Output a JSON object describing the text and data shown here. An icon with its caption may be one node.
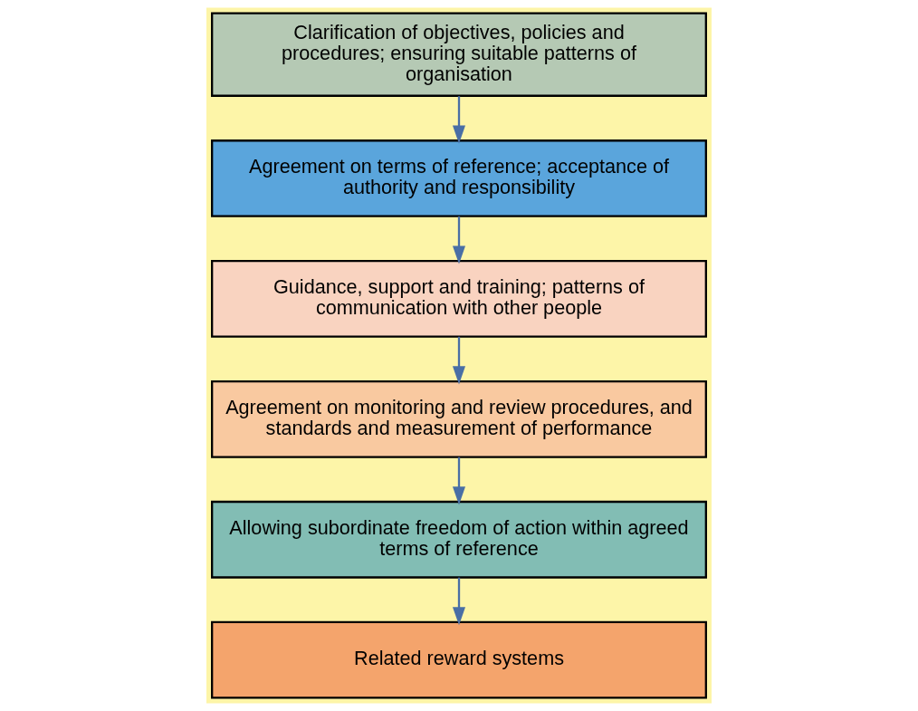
{
  "diagram": {
    "nodes": [
      {
        "text": [
          "Clarification of objectives, policies and procedures; ensuring suitable patterns of organisation"
        ]
      },
      {
        "text": [
          "Agreement on terms of reference; acceptance of authority and responsibility"
        ]
      },
      {
        "text": [
          "Guidance, support and training; patterns of communication with other people"
        ]
      },
      {
        "text": [
          "Agreement on monitoring and review procedures, and standards and measurement of performance"
        ]
      },
      {
        "text": [
          "Allowing subordinate freedom of action within agreed terms of reference"
        ]
      },
      {
        "text": [
          "Related reward systems"
        ]
      }
    ],
    "edges": [
      {
        "from": 0,
        "to": 1,
        "arrow": "to"
      },
      {
        "from": 1,
        "to": 2,
        "arrow": "to"
      },
      {
        "from": 2,
        "to": 3,
        "arrow": "to"
      },
      {
        "from": 3,
        "to": 4,
        "arrow": "to"
      },
      {
        "from": 4,
        "to": 5,
        "arrow": "to"
      }
    ]
  }
}
